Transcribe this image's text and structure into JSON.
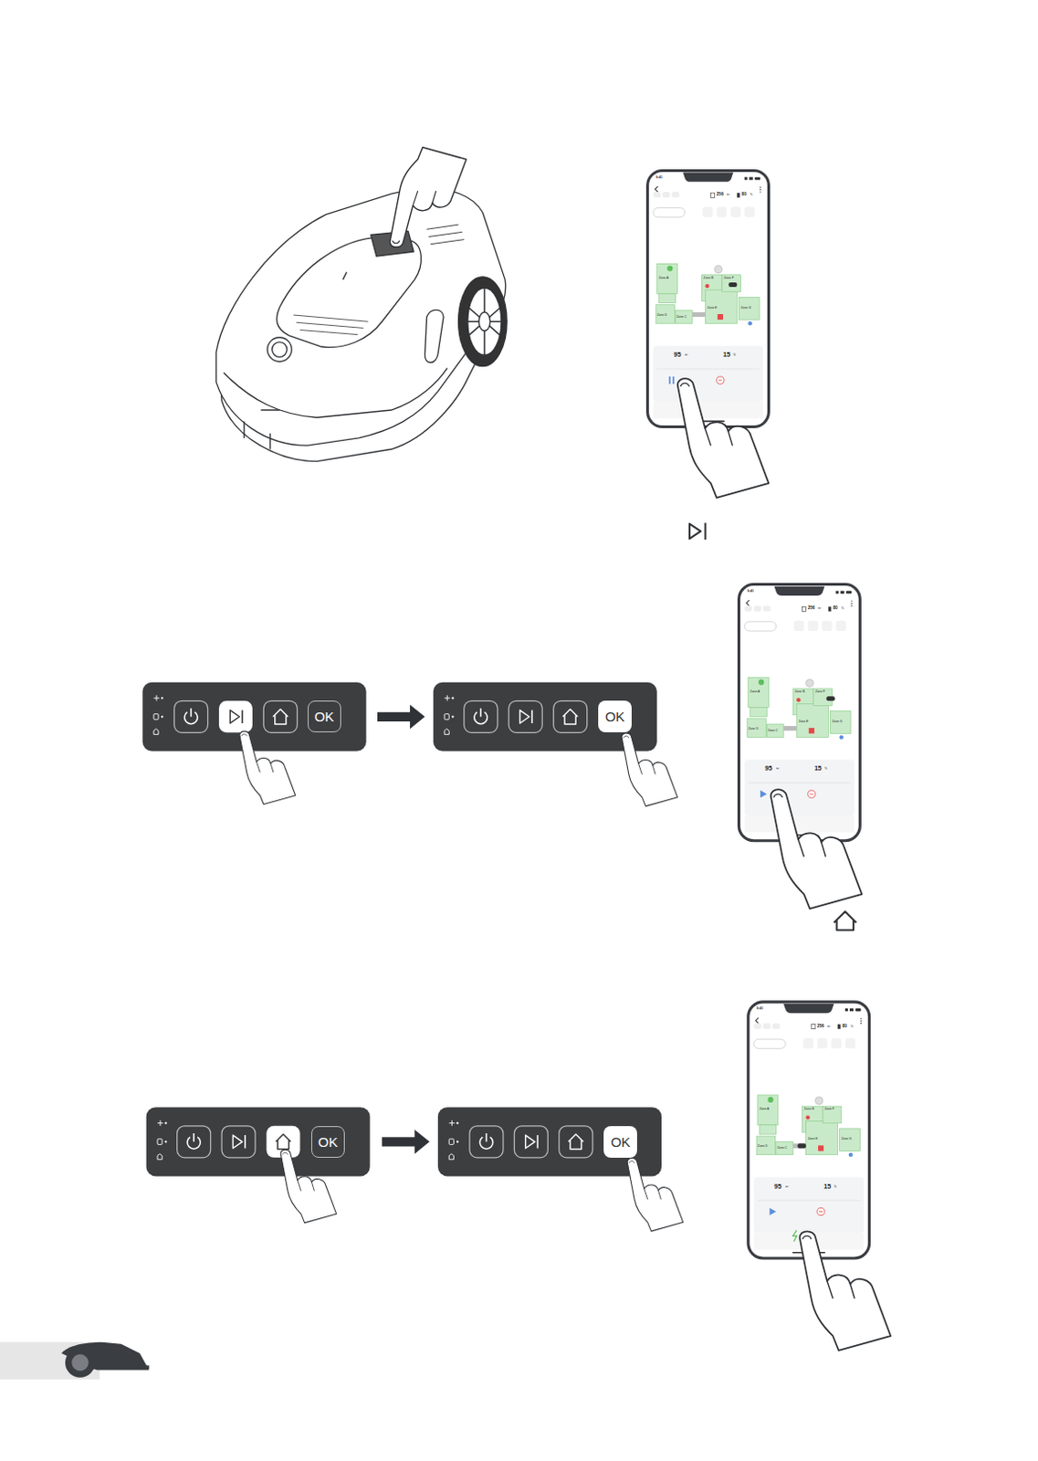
{
  "diagram": {
    "nodes": [
      {
        "text": [
          "OK"
        ]
      },
      {
        "text": [
          "OK"
        ]
      },
      {
        "text": [
          "OK"
        ]
      },
      {
        "text": [
          "OK"
        ]
      }
    ],
    "labels": [
      "9:41",
      "256",
      "m²",
      "80",
      "%",
      "Zone A",
      "Zone B",
      "Zone C",
      "Zone D",
      "Zone E",
      "Zone F",
      "Zone G",
      "95",
      "m²",
      "15",
      "%",
      "9:41",
      "256",
      "m²",
      "80",
      "%",
      "Zone A",
      "Zone B",
      "Zone C",
      "Zone D",
      "Zone E",
      "Zone F",
      "Zone G",
      "95",
      "m²",
      "15",
      "%",
      "9:41",
      "256",
      "m²",
      "80",
      "%",
      "Zone A",
      "Zone B",
      "Zone C",
      "Zone D",
      "Zone E",
      "Zone F",
      "Zone G",
      "95",
      "m²",
      "15",
      "%"
    ]
  }
}
